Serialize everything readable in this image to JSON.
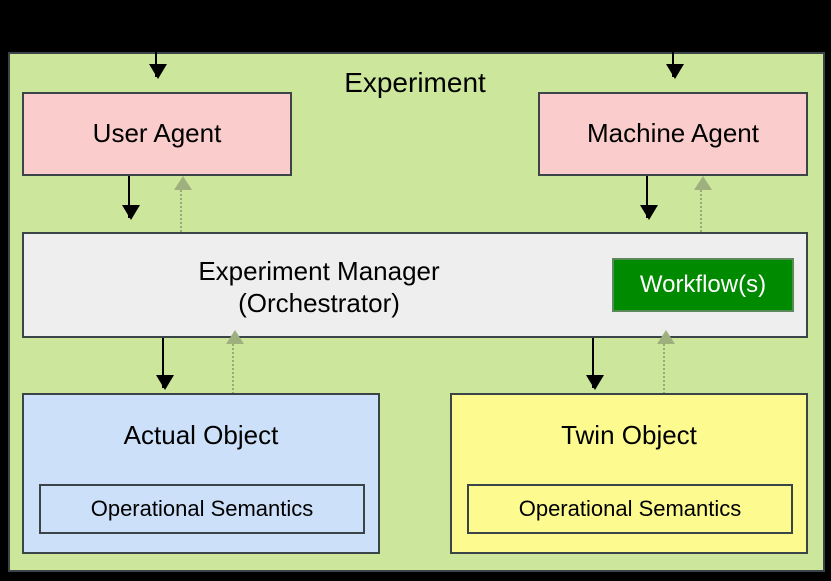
{
  "diagram": {
    "title": "Experiment",
    "background_color": "#000000",
    "container": {
      "label": "Experiment",
      "fill": "#cce79b",
      "stroke": "#3b4446"
    },
    "nodes": {
      "user_agent": {
        "label": "User Agent",
        "fill": "#fbcccc",
        "stroke": "#3b4446"
      },
      "machine_agent": {
        "label": "Machine Agent",
        "fill": "#fbcccc",
        "stroke": "#3b4446"
      },
      "experiment_manager": {
        "label_line1": "Experiment Manager",
        "label_line2": "(Orchestrator)",
        "fill": "#eeeeee",
        "stroke": "#3b4446"
      },
      "workflows": {
        "label": "Workflow(s)",
        "fill": "#008a00",
        "text_color": "#ffffff"
      },
      "actual_object": {
        "label": "Actual Object",
        "fill": "#cce0f9",
        "stroke": "#3b4446",
        "inner_label": "Operational Semantics"
      },
      "twin_object": {
        "label": "Twin Object",
        "fill": "#fdfb90",
        "stroke": "#3b4446",
        "inner_label": "Operational Semantics"
      }
    },
    "edges": {
      "solid_color": "#000000",
      "dotted_color": "#9fb07f",
      "list": [
        {
          "name": "external-to-user-agent",
          "style": "solid",
          "direction": "down"
        },
        {
          "name": "external-to-machine-agent",
          "style": "solid",
          "direction": "down"
        },
        {
          "name": "user-agent-to-manager",
          "style": "solid",
          "direction": "down"
        },
        {
          "name": "manager-to-user-agent",
          "style": "dotted",
          "direction": "up"
        },
        {
          "name": "machine-agent-to-manager",
          "style": "solid",
          "direction": "down"
        },
        {
          "name": "manager-to-machine-agent",
          "style": "dotted",
          "direction": "up"
        },
        {
          "name": "manager-to-actual-object",
          "style": "solid",
          "direction": "down"
        },
        {
          "name": "actual-object-to-manager",
          "style": "dotted",
          "direction": "up"
        },
        {
          "name": "manager-to-twin-object",
          "style": "solid",
          "direction": "down"
        },
        {
          "name": "twin-object-to-manager",
          "style": "dotted",
          "direction": "up"
        }
      ]
    }
  }
}
